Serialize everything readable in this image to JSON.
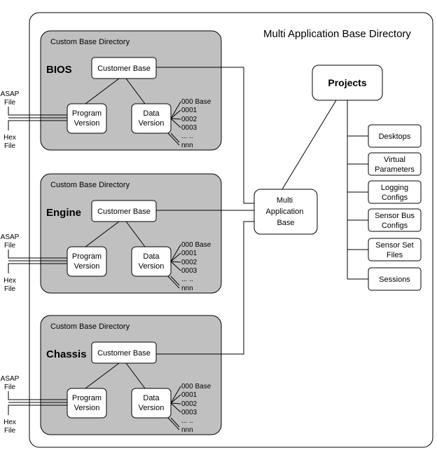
{
  "outer": {
    "title": "Multi Application Base Directory"
  },
  "panels": [
    {
      "header": "Custom Base Directory",
      "name": "BIOS",
      "customer_base": "Customer Base",
      "program_version": [
        "Program",
        "Version"
      ],
      "data_version": [
        "Data",
        "Version"
      ],
      "versions": [
        "000 Base",
        "0001",
        "0002",
        "0003",
        "... ..",
        "nnn"
      ],
      "asap_file": [
        "ASAP",
        "File"
      ],
      "hex_file": [
        "Hex",
        "File"
      ]
    },
    {
      "header": "Custom Base Directory",
      "name": "Engine",
      "customer_base": "Customer Base",
      "program_version": [
        "Program",
        "Version"
      ],
      "data_version": [
        "Data",
        "Version"
      ],
      "versions": [
        "000 Base",
        "0001",
        "0002",
        "0003",
        "... ..",
        "nnn"
      ],
      "asap_file": [
        "ASAP",
        "File"
      ],
      "hex_file": [
        "Hex",
        "File"
      ]
    },
    {
      "header": "Custom Base Directory",
      "name": "Chassis",
      "customer_base": "Customer Base",
      "program_version": [
        "Program",
        "Version"
      ],
      "data_version": [
        "Data",
        "Version"
      ],
      "versions": [
        "000 Base",
        "0001",
        "0002",
        "0003",
        "... ..",
        "nnn"
      ],
      "asap_file": [
        "ASAP",
        "File"
      ],
      "hex_file": [
        "Hex",
        "File"
      ]
    }
  ],
  "multi_app_base": [
    "Multi",
    "Application",
    "Base"
  ],
  "projects": {
    "title": "Projects",
    "items": [
      [
        "Desktops"
      ],
      [
        "Virtual",
        "Parameters"
      ],
      [
        "Logging",
        "Configs"
      ],
      [
        "Sensor Bus",
        "Configs"
      ],
      [
        "Sensor Set",
        "Files"
      ],
      [
        "Sessions"
      ]
    ]
  }
}
